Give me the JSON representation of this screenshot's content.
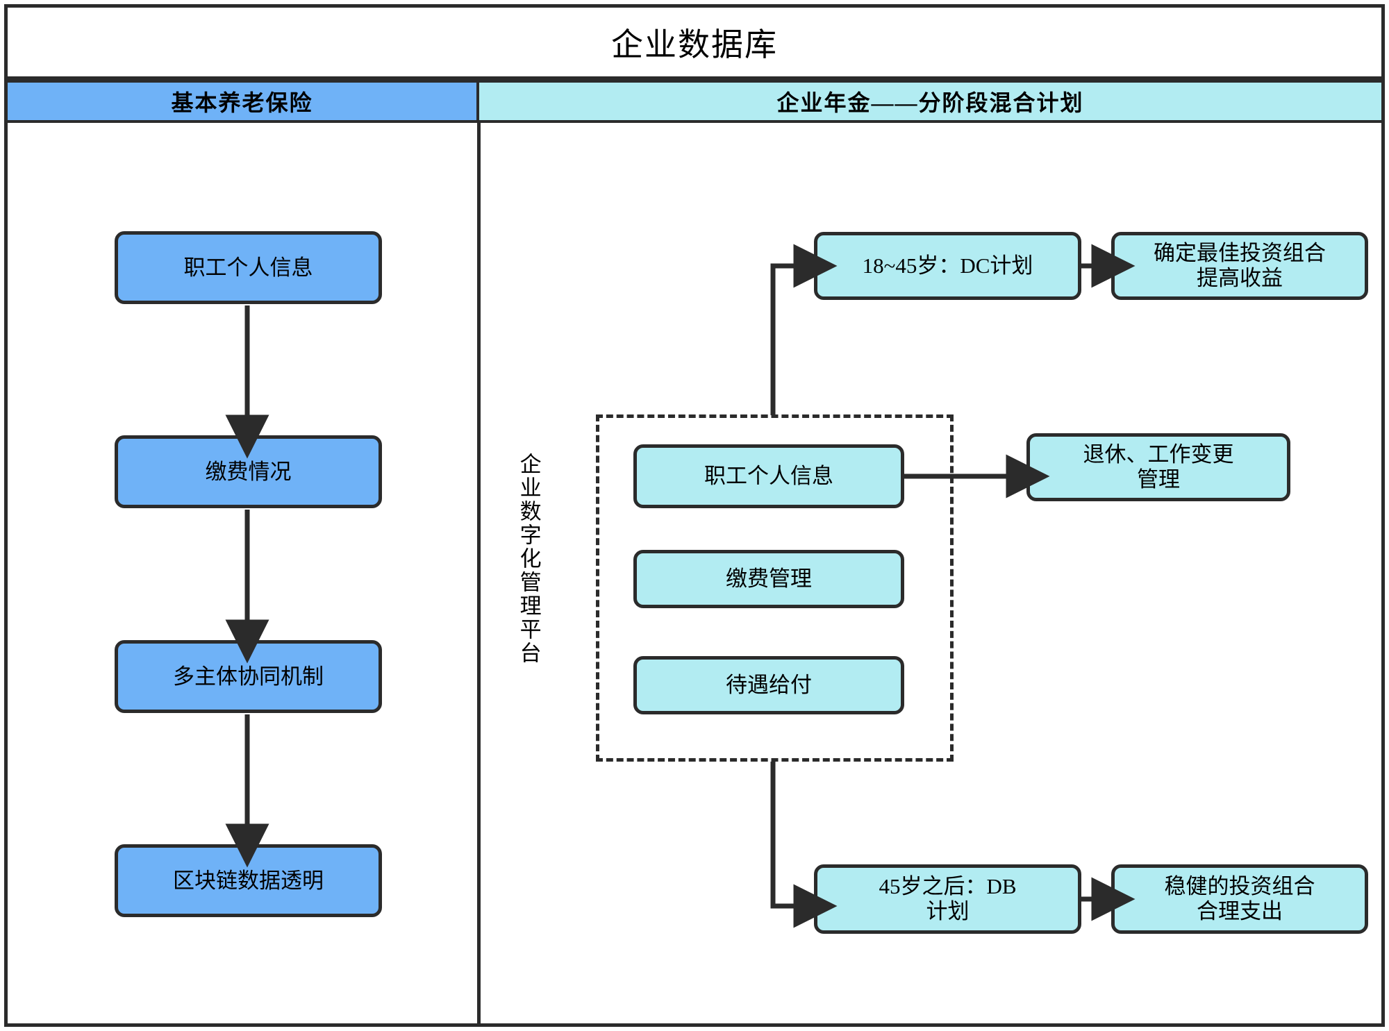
{
  "diagram": {
    "title": "企业数据库",
    "columns": [
      {
        "id": "basic-pension",
        "header": "基本养老保险"
      },
      {
        "id": "enterprise-annuity",
        "header": "企业年金——分阶段混合计划"
      }
    ],
    "left_column": {
      "nodes": [
        {
          "id": "employee-info",
          "label": "职工个人信息"
        },
        {
          "id": "contribution-status",
          "label": "缴费情况"
        },
        {
          "id": "multi-entity",
          "label": "多主体协同机制"
        },
        {
          "id": "blockchain",
          "label": "区块链数据透明"
        }
      ],
      "flow": "职工个人信息 → 缴费情况 → 多主体协同机制 → 区块链数据透明"
    },
    "right_column": {
      "platform_label": "企业数字化管理平台",
      "platform_nodes": [
        {
          "id": "employee-info-2",
          "label": "职工个人信息"
        },
        {
          "id": "contribution-mgmt",
          "label": "缴费管理"
        },
        {
          "id": "benefit-payment",
          "label": "待遇给付"
        }
      ],
      "stage_dc": {
        "id": "dc-plan",
        "label": "18~45岁：DC计划",
        "outcome_id": "dc-outcome",
        "outcome_line1": "确定最佳投资组合",
        "outcome_line2": "提高收益"
      },
      "stage_db": {
        "id": "db-plan",
        "label_line1": "45岁之后：DB",
        "label_line2": "计划",
        "outcome_id": "db-outcome",
        "outcome_line1": "稳健的投资组合",
        "outcome_line2": "合理支出"
      },
      "hr_management": {
        "id": "retirement-mgmt",
        "line1": "退休、工作变更",
        "line2": "管理"
      }
    },
    "colors": {
      "blue": "#6FB2F7",
      "cyan": "#B2ECF2",
      "stroke": "#2b2b2b",
      "background": "#ffffff"
    }
  }
}
